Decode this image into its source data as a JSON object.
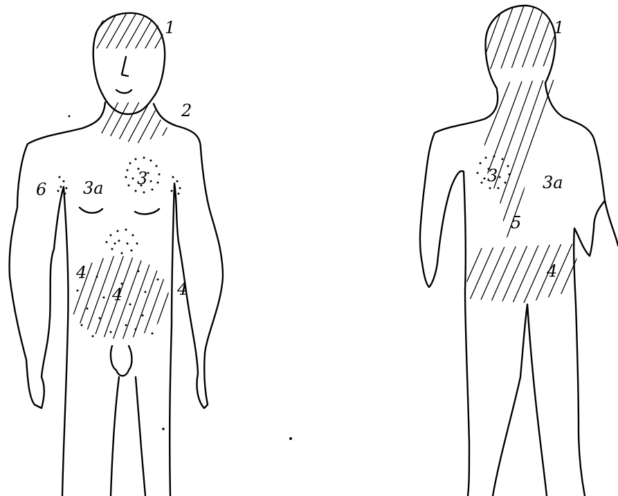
{
  "front": {
    "labels": {
      "head": "1",
      "neck": "2",
      "chest_dot": "3",
      "chest": "3a",
      "abdomen_side": "4",
      "abdomen_center": "4",
      "abdomen_left": "4",
      "armpit": "6"
    }
  },
  "back": {
    "labels": {
      "head": "1",
      "shoulder_dot": "3",
      "upper_back": "3a",
      "spine": "5",
      "lower_back": "4"
    }
  },
  "colors": {
    "ink": "#000000",
    "paper": "#ffffff"
  }
}
